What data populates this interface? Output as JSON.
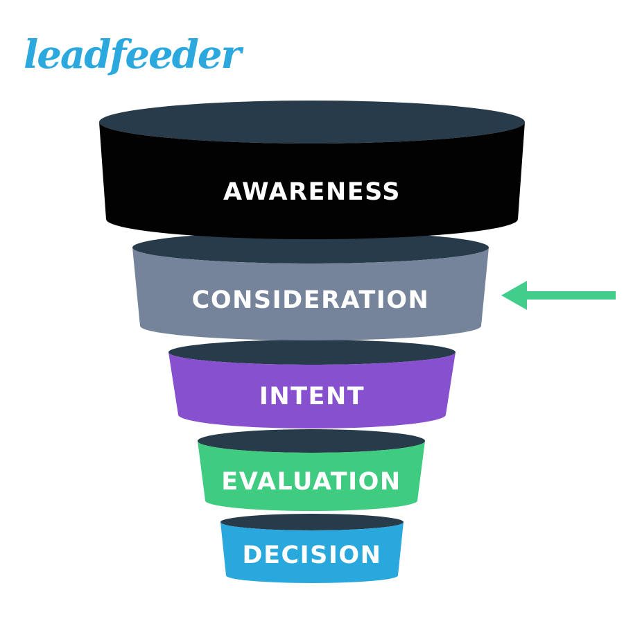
{
  "logo": {
    "text": "leadfeeder",
    "color": "#2BA9DF"
  },
  "funnel": {
    "title": "marketing-funnel",
    "top_face_color": "#273B4B",
    "label_color": "#FFFFFF",
    "stages": [
      {
        "label": "AWARENESS",
        "color": "#020202"
      },
      {
        "label": "CONSIDERATION",
        "color": "#76849B"
      },
      {
        "label": "INTENT",
        "color": "#8750CE"
      },
      {
        "label": "EVALUATION",
        "color": "#3FCB80"
      },
      {
        "label": "DECISION",
        "color": "#29A8DD"
      }
    ]
  },
  "arrow": {
    "color": "#42CD8C",
    "direction": "left",
    "points_to_stage": "CONSIDERATION"
  }
}
